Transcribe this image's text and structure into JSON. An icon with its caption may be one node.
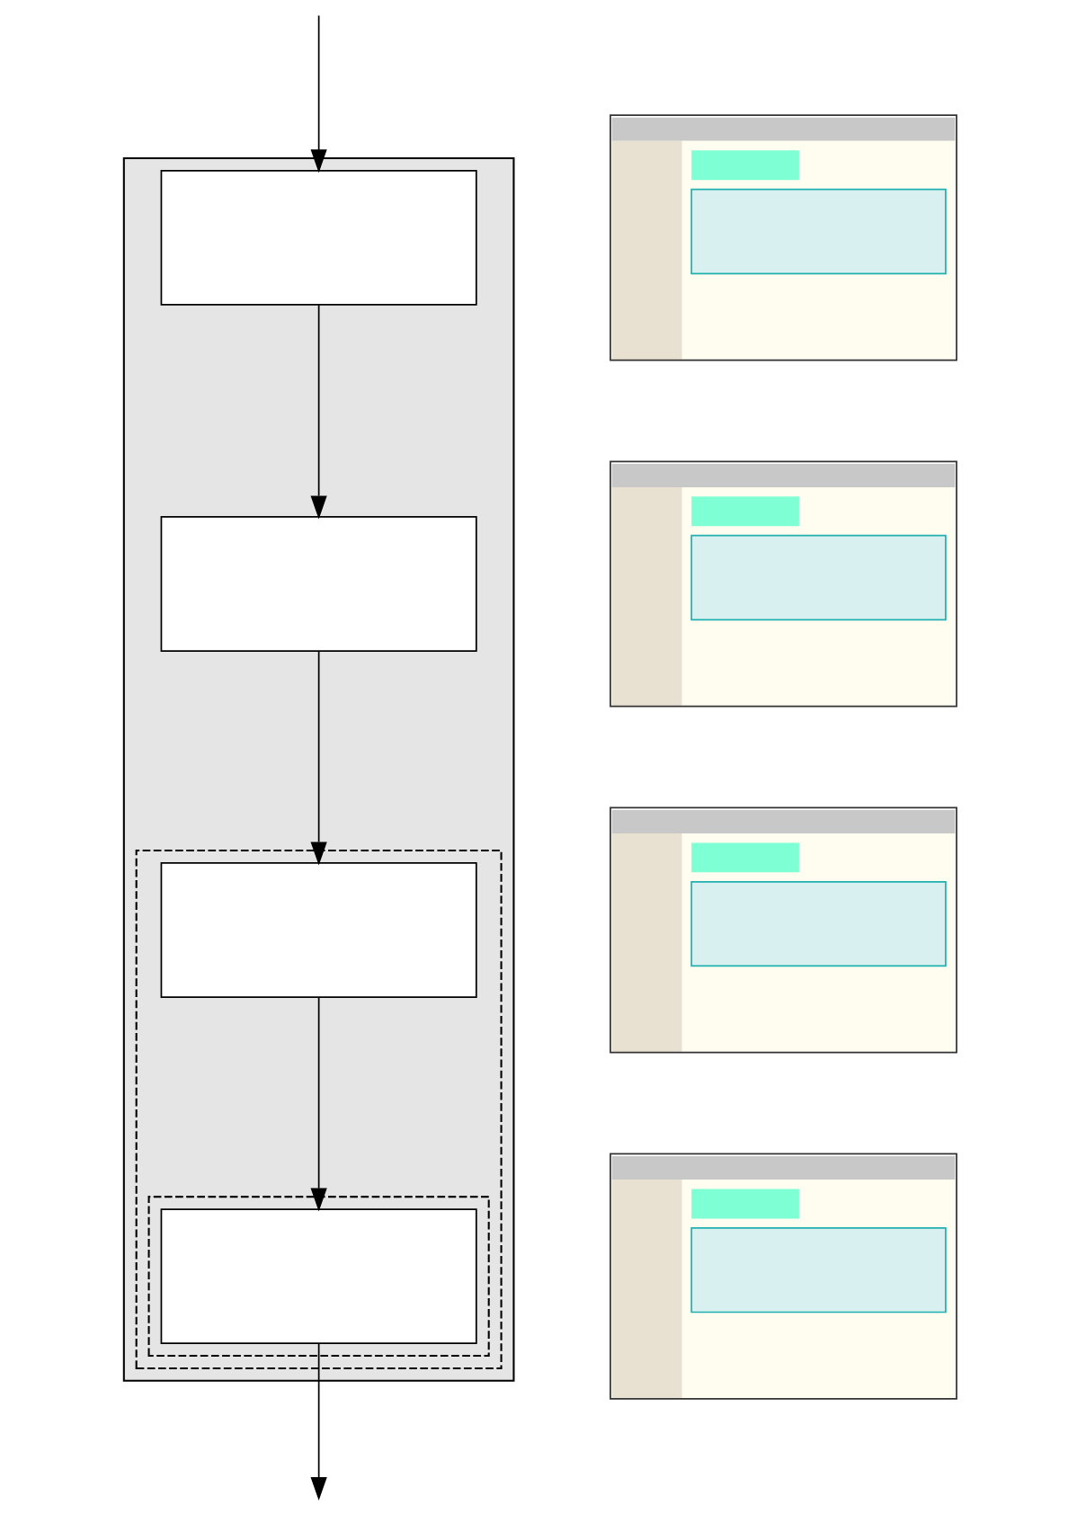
{
  "diagram": {
    "nodes": [
      {
        "text": [],
        "shape": "box"
      },
      {
        "text": [],
        "shape": "box",
        "in": 0
      },
      {
        "text": [],
        "shape": "box",
        "in": 1
      },
      {
        "text": [],
        "shape": "box",
        "in": 0
      },
      {
        "text": [],
        "shape": "box",
        "in": 0
      },
      {
        "text": [],
        "shape": "box",
        "in": 1
      },
      {
        "text": [],
        "shape": "box",
        "in": 2
      },
      {
        "text": [],
        "shape": "picture"
      },
      {
        "text": [],
        "shape": "picture"
      },
      {
        "text": [],
        "shape": "picture"
      },
      {
        "text": [],
        "shape": "picture"
      }
    ],
    "edges": [
      {
        "from": null,
        "to": 3,
        "arrow": "to"
      },
      {
        "from": 3,
        "to": 4,
        "arrow": "to"
      },
      {
        "from": 4,
        "to": 5,
        "arrow": "to"
      },
      {
        "from": 5,
        "to": 6,
        "arrow": "to"
      },
      {
        "from": 6,
        "to": null,
        "arrow": "to"
      }
    ]
  }
}
